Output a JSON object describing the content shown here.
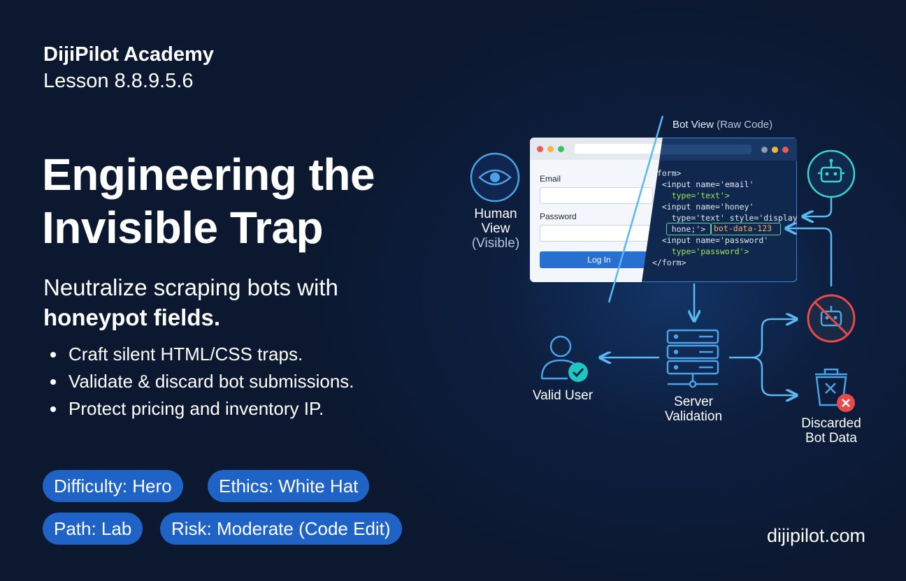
{
  "header": {
    "brand": "DijiPilot Academy",
    "lesson": "Lesson 8.8.9.5.6"
  },
  "title": {
    "line1": "Engineering the",
    "line2": "Invisible Trap"
  },
  "subtitle": {
    "line1": "Neutralize scraping bots with",
    "line2": "honeypot fields."
  },
  "bullets": [
    "Craft silent HTML/CSS traps.",
    "Validate & discard bot submissions.",
    "Protect pricing and inventory IP."
  ],
  "tags": [
    "Difficulty: Hero",
    "Ethics: White Hat",
    "Path: Lab",
    "Risk: Moderate (Code Edit)"
  ],
  "footer": {
    "site": "dijipilot.com"
  },
  "diagram": {
    "bot_view_title": "Bot View",
    "bot_view_sub": "(Raw Code)",
    "human_view": {
      "line1": "Human",
      "line2": "View",
      "line3": "(Visible)"
    },
    "form": {
      "email_label": "Email",
      "password_label": "Password",
      "button_label": "Log In"
    },
    "code_lines": [
      "<form>",
      "  <input name='email'",
      "    type='text'>",
      "  <input name='honey'",
      "    type='text' style='display:",
      "    hone;'>",
      "  <input name='password'",
      "    type='password'>",
      "</form>"
    ],
    "bot_data": "bot-data-123",
    "server_label": {
      "line1": "Server",
      "line2": "Validation"
    },
    "valid_user_label": "Valid User",
    "discarded_label": {
      "line1": "Discarded",
      "line2": "Bot Data"
    },
    "icons": {
      "human": "eye-icon",
      "bot": "robot-icon",
      "blocked_bot": "blocked-robot-icon",
      "server": "server-icon",
      "user": "user-check-icon",
      "trash": "trash-icon"
    },
    "colors": {
      "accent": "#1f63c6",
      "flow": "#5ab8f2",
      "highlight": "#62d3a0",
      "danger": "#e84a4a"
    }
  }
}
